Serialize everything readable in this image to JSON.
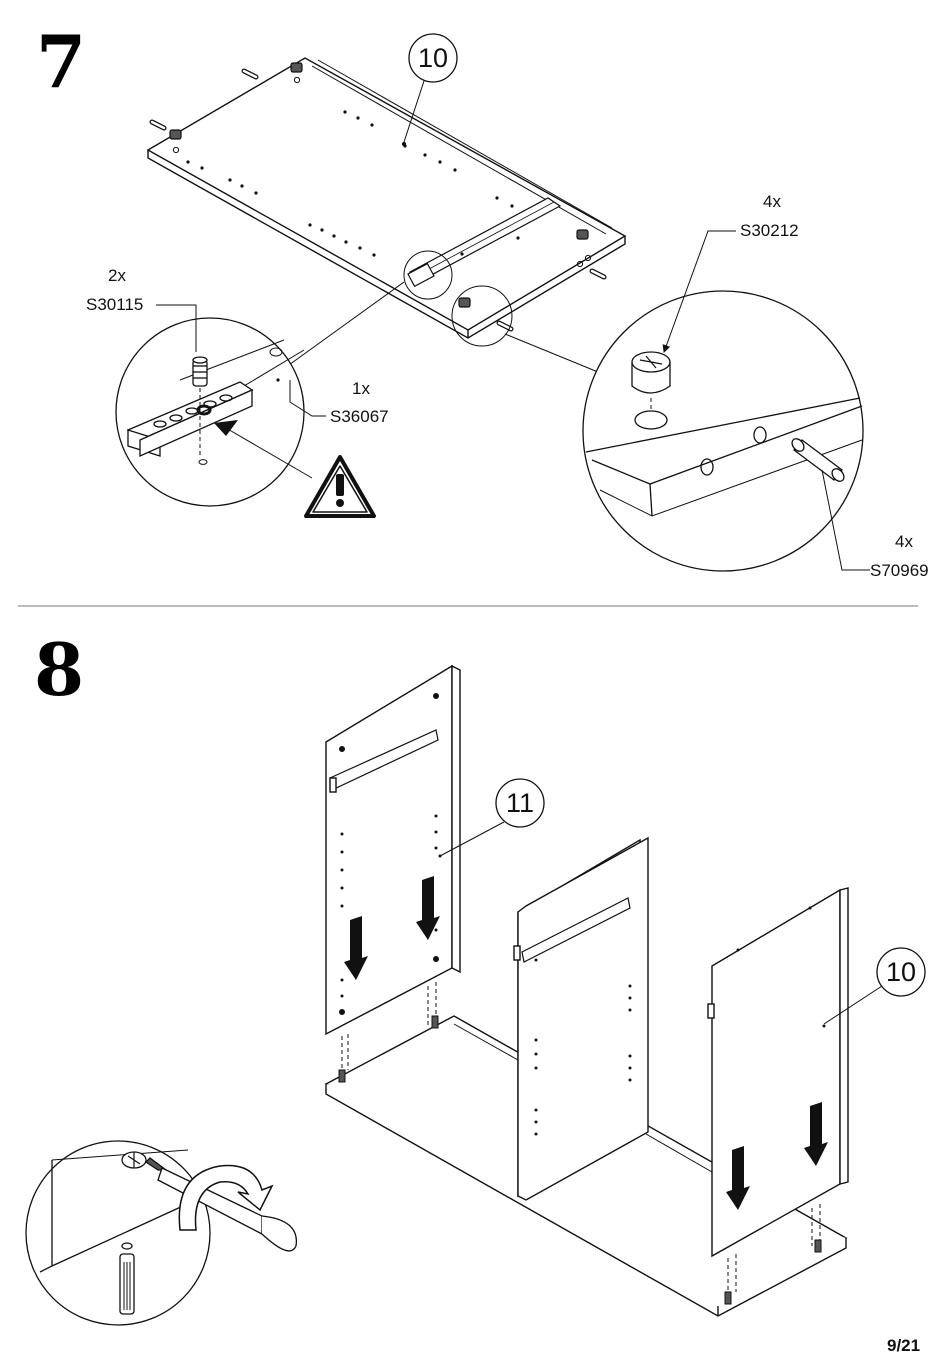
{
  "step7": {
    "number": "7",
    "panel_label": "10",
    "callouts": {
      "cam_bolt": {
        "qty": "2x",
        "code": "S30115"
      },
      "rail": {
        "qty": "1x",
        "code": "S36067"
      },
      "cam_lock": {
        "qty": "4x",
        "code": "S30212"
      },
      "dowel": {
        "qty": "4x",
        "code": "S70969"
      }
    }
  },
  "step8": {
    "number": "8",
    "panel_labels": {
      "left": "11",
      "right": "10"
    }
  },
  "footer": {
    "page": "9/21"
  },
  "icons": [
    "warning-icon",
    "down-arrow-icon",
    "screwdriver-icon",
    "rotate-arrow-icon"
  ]
}
